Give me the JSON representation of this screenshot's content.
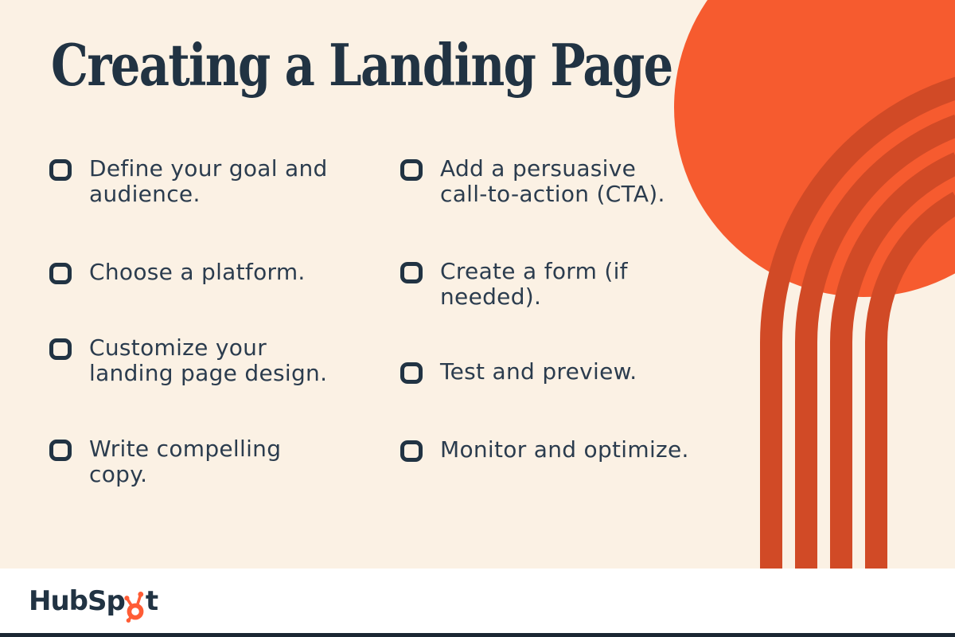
{
  "header": {
    "title": "Creating a Landing Page"
  },
  "checklist": {
    "left": [
      {
        "text": "Define your goal and\naudience."
      },
      {
        "text": "Choose a platform."
      },
      {
        "text": "Customize your\nlanding page design."
      },
      {
        "text": "Write compelling\ncopy."
      }
    ],
    "right": [
      {
        "text": "Add a persuasive\ncall-to-action (CTA)."
      },
      {
        "text": "Create a form (if\nneeded)."
      },
      {
        "text": "Test and preview."
      },
      {
        "text": "Monitor and optimize."
      }
    ]
  },
  "footer": {
    "brand_prefix": "HubSp",
    "brand_suffix": "t",
    "sprocket_icon": "hubspot-sprocket-icon"
  },
  "colors": {
    "background_cream": "#FBF1E4",
    "background_white": "#FFFFFF",
    "circle_orange": "#F65B2F",
    "arch_rust": "#D14A26",
    "title_navy": "#213343",
    "body_navy": "#2B3C4E",
    "logo_orange": "#FF5C35",
    "footer_bar_navy": "#1B2733"
  }
}
